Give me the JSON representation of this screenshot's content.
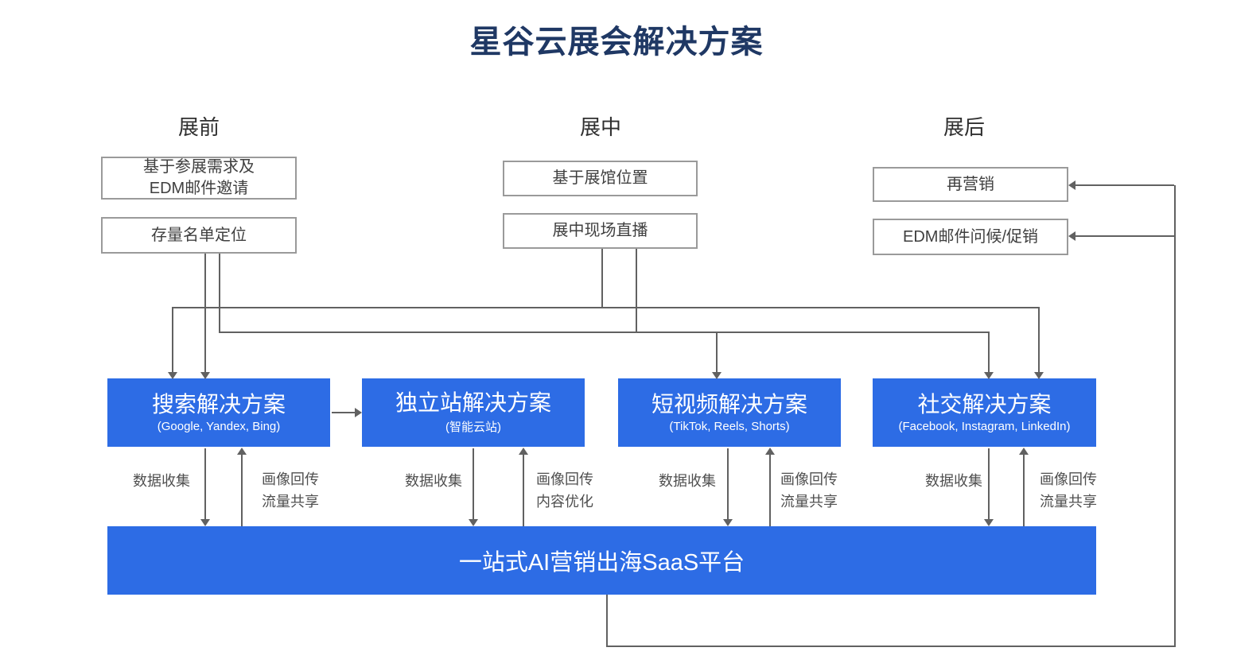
{
  "title": "星谷云展会解决方案",
  "colors": {
    "accent_blue": "#2d6ce5",
    "title_navy": "#1f3864",
    "connector_gray": "#616161",
    "box_border_gray": "#9a9a9a"
  },
  "phases": [
    {
      "label": "展前",
      "boxes": [
        {
          "text": "基于参展需求及\nEDM邮件邀请"
        },
        {
          "text": "存量名单定位"
        }
      ]
    },
    {
      "label": "展中",
      "boxes": [
        {
          "text": "基于展馆位置"
        },
        {
          "text": "展中现场直播"
        }
      ]
    },
    {
      "label": "展后",
      "boxes": [
        {
          "text": "再营销"
        },
        {
          "text": "EDM邮件问候/促销"
        }
      ]
    }
  ],
  "solutions": [
    {
      "title": "搜索解决方案",
      "subtitle": "(Google, Yandex, Bing)"
    },
    {
      "title": "独立站解决方案",
      "subtitle": "(智能云站)"
    },
    {
      "title": "短视频解决方案",
      "subtitle": "(TikTok, Reels, Shorts)"
    },
    {
      "title": "社交解决方案",
      "subtitle": "(Facebook, Instagram, LinkedIn)"
    }
  ],
  "platform": {
    "label": "一站式AI营销出海SaaS平台"
  },
  "exchanges": [
    {
      "down": "数据收集",
      "up": "画像回传\n流量共享"
    },
    {
      "down": "数据收集",
      "up": "画像回传\n内容优化"
    },
    {
      "down": "数据收集",
      "up": "画像回传\n流量共享"
    },
    {
      "down": "数据收集",
      "up": "画像回传\n流量共享"
    }
  ]
}
